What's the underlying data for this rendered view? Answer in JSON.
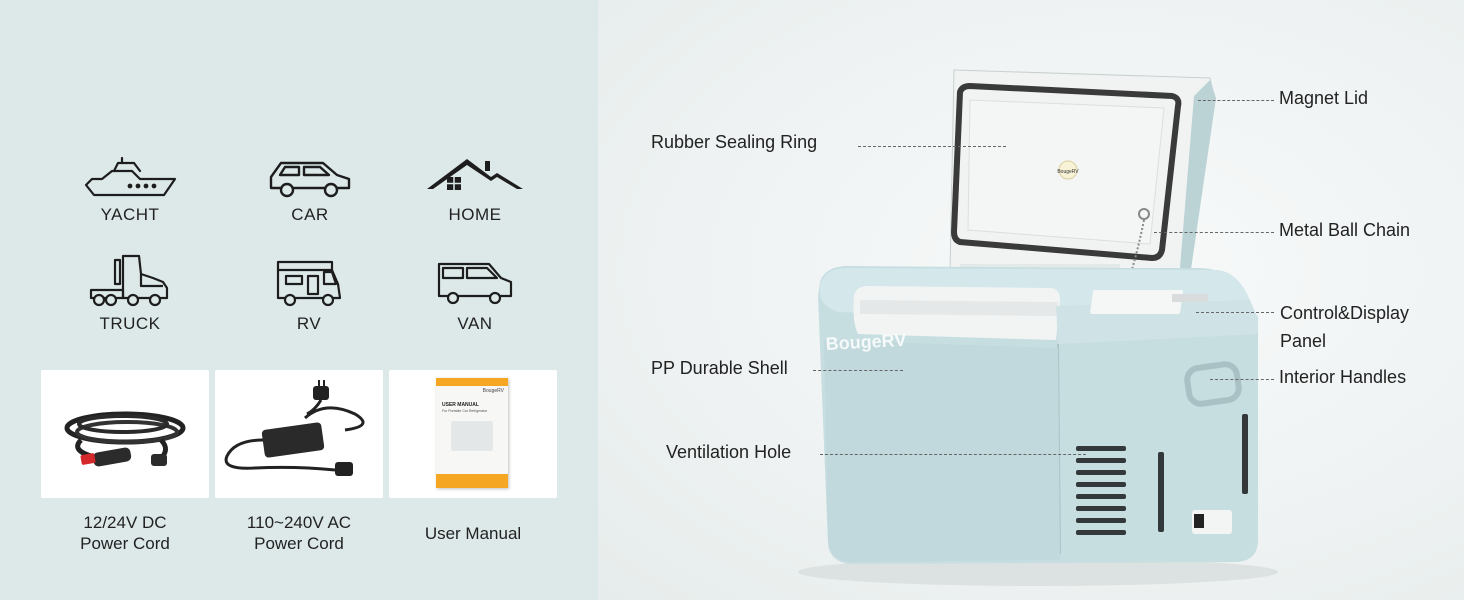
{
  "use_cases": [
    {
      "label": "YACHT",
      "icon": "yacht-icon"
    },
    {
      "label": "CAR",
      "icon": "car-icon"
    },
    {
      "label": "HOME",
      "icon": "home-icon"
    },
    {
      "label": "TRUCK",
      "icon": "truck-icon"
    },
    {
      "label": "RV",
      "icon": "rv-icon"
    },
    {
      "label": "VAN",
      "icon": "van-icon"
    }
  ],
  "accessories": [
    {
      "line1": "12/24V DC",
      "line2": "Power Cord"
    },
    {
      "line1": "110~240V AC",
      "line2": "Power Cord"
    },
    {
      "line1": "User Manual",
      "line2": ""
    }
  ],
  "manual": {
    "title": "USER MANUAL",
    "subtitle": "For Portable Car Refrigerator",
    "brand": "BougeRV"
  },
  "product": {
    "brand": "BougeRV",
    "lid_logo": "BougeRV"
  },
  "callouts": {
    "rubber_sealing_ring": "Rubber Sealing Ring",
    "pp_durable_shell": "PP Durable Shell",
    "ventilation_hole": "Ventilation Hole",
    "magnet_lid": "Magnet Lid",
    "metal_ball_chain": "Metal Ball Chain",
    "control_display_line1": "Control&Display",
    "control_display_line2": "Panel",
    "interior_handles": "Interior Handles"
  },
  "colors": {
    "left_bg": "#dde9e9",
    "shell": "#c5dcdf",
    "accent": "#f5a623"
  }
}
